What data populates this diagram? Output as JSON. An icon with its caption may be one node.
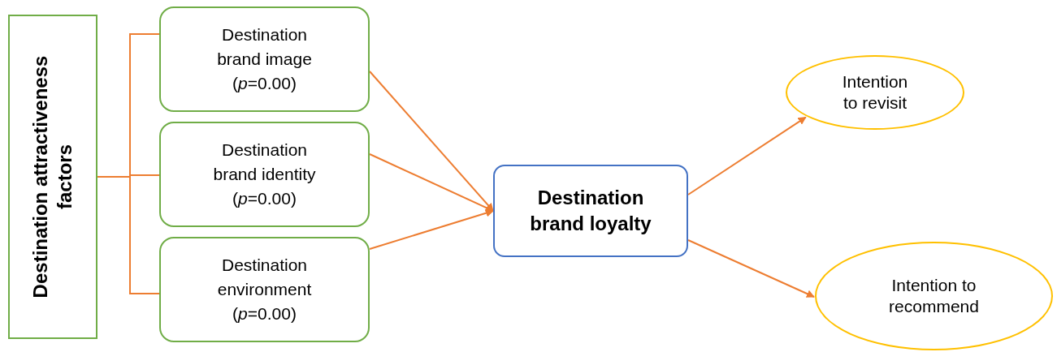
{
  "diagram": {
    "nodes": [
      {
        "text": [
          "Destination attractiveness factors"
        ]
      },
      {
        "text": [
          "Destination brand image (*p*=0.00)"
        ]
      },
      {
        "text": [
          "Destination brand identity (*p*=0.00)"
        ]
      },
      {
        "text": [
          "Destination environment (*p*=0.00)"
        ]
      },
      {
        "text": [
          "Destination brand loyalty"
        ]
      },
      {
        "text": [
          "Intention to revisit"
        ]
      },
      {
        "text": [
          "Intention to recommend"
        ]
      }
    ],
    "edges": [
      {
        "from": 0,
        "to": 1,
        "arrow": "none"
      },
      {
        "from": 0,
        "to": 2,
        "arrow": "none"
      },
      {
        "from": 0,
        "to": 3,
        "arrow": "none"
      },
      {
        "from": 1,
        "to": 4,
        "arrow": "to"
      },
      {
        "from": 2,
        "to": 4,
        "arrow": "to"
      },
      {
        "from": 3,
        "to": 4,
        "arrow": "to"
      },
      {
        "from": 4,
        "to": 5,
        "arrow": "to"
      },
      {
        "from": 4,
        "to": 6,
        "arrow": "to"
      }
    ]
  }
}
